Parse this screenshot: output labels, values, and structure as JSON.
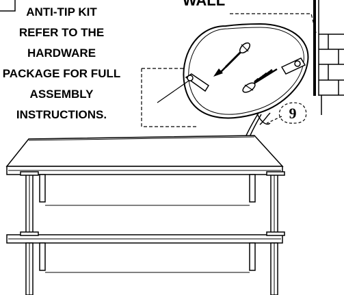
{
  "wall_label": "WALL",
  "step_number": "9",
  "note_lines": [
    "ANTI-TIP KIT",
    "REFER TO THE",
    "HARDWARE",
    "PACKAGE FOR FULL",
    "ASSEMBLY",
    "INSTRUCTIONS."
  ],
  "colors": {
    "line": "#000000",
    "background": "#ffffff"
  }
}
